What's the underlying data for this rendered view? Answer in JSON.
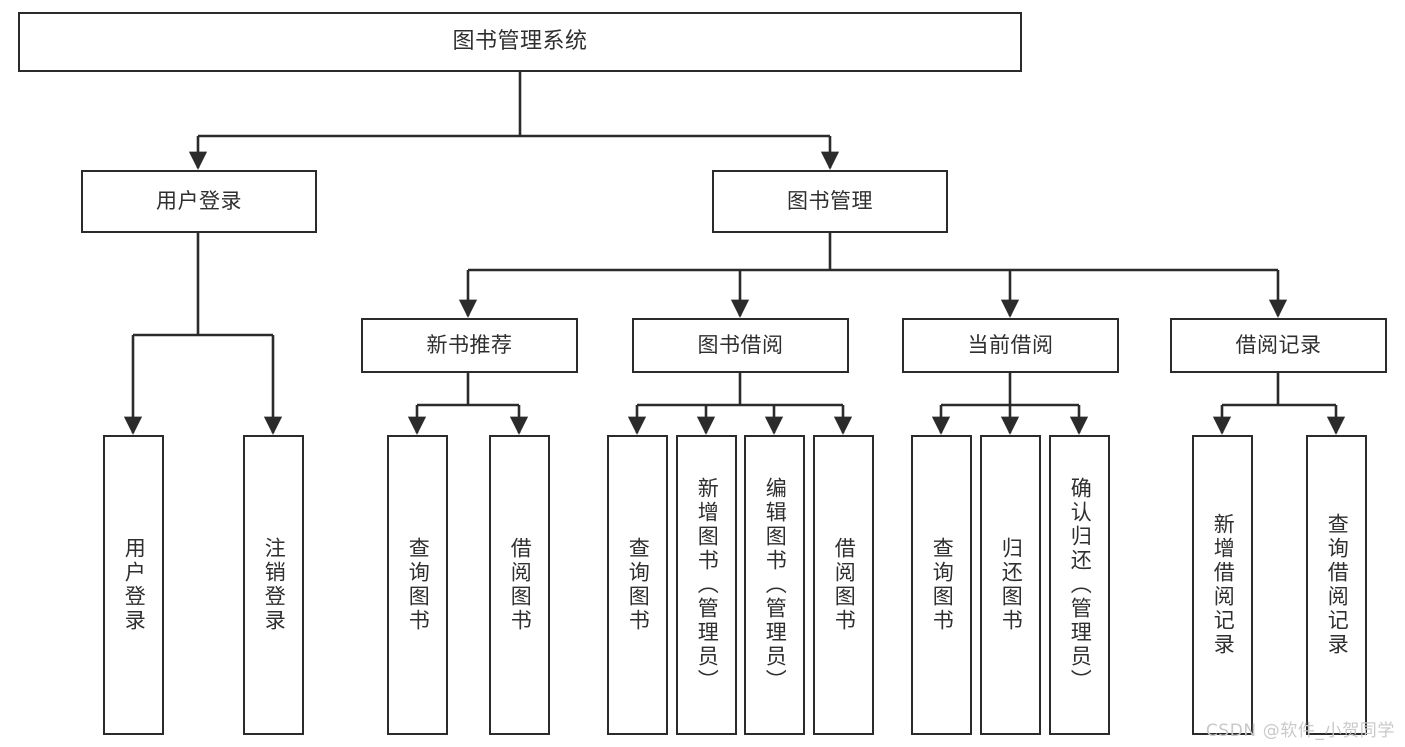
{
  "diagram": {
    "type": "tree",
    "title": "图书管理系统",
    "watermark": "CSDN @软件_小贺同学",
    "colors": {
      "stroke": "#2b2b2b",
      "fill": "#ffffff",
      "text": "#2f2f2f",
      "watermark": "#c9c9c9"
    },
    "nodes": {
      "root": {
        "label": "图书管理系统"
      },
      "level2": [
        {
          "id": "user-login",
          "label": "用户登录"
        },
        {
          "id": "book-manage",
          "label": "图书管理"
        }
      ],
      "level3": [
        {
          "id": "new-book-recommend",
          "label": "新书推荐"
        },
        {
          "id": "book-borrow",
          "label": "图书借阅"
        },
        {
          "id": "current-borrow",
          "label": "当前借阅"
        },
        {
          "id": "borrow-record",
          "label": "借阅记录"
        }
      ],
      "leaves": {
        "user-login": [
          {
            "id": "leaf-user-login",
            "label": "用户登录"
          },
          {
            "id": "leaf-logout-login",
            "label": "注销登录"
          }
        ],
        "new-book-recommend": [
          {
            "id": "leaf-query-book-1",
            "label": "查询图书"
          },
          {
            "id": "leaf-borrow-book-1",
            "label": "借阅图书"
          }
        ],
        "book-borrow": [
          {
            "id": "leaf-query-book-2",
            "label": "查询图书"
          },
          {
            "id": "leaf-add-book",
            "label": "新增图书（管理员）"
          },
          {
            "id": "leaf-edit-book",
            "label": "编辑图书（管理员）"
          },
          {
            "id": "leaf-borrow-book-2",
            "label": "借阅图书"
          }
        ],
        "current-borrow": [
          {
            "id": "leaf-query-book-3",
            "label": "查询图书"
          },
          {
            "id": "leaf-return-book",
            "label": "归还图书"
          },
          {
            "id": "leaf-confirm-return",
            "label": "确认归还（管理员）"
          }
        ],
        "borrow-record": [
          {
            "id": "leaf-add-record",
            "label": "新增借阅记录"
          },
          {
            "id": "leaf-query-record",
            "label": "查询借阅记录"
          }
        ]
      }
    }
  }
}
